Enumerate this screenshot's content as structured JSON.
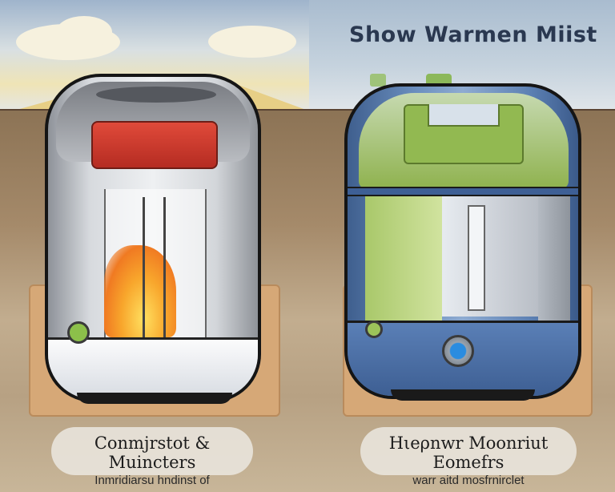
{
  "header": {
    "title": "Show Warmen Miist"
  },
  "left_device": {
    "name": "warm-mist-humidifier",
    "accent_color": "#d5372a",
    "flame_color": "#f39a2a",
    "button_color": "#7aa43a",
    "caption": {
      "title": "Conmjrstot & Muincters",
      "subtitle": "Inmridiarsu hndinst of"
    }
  },
  "right_device": {
    "name": "cool-mist-humidifier",
    "accent_color": "#8fb84a",
    "body_color": "#4f72a6",
    "dial_color": "#2f8bd6",
    "caption": {
      "title": "Hιeρnwr Moonriut Eomefrs",
      "subtitle": "warr aitd mosfrnirclet"
    }
  }
}
